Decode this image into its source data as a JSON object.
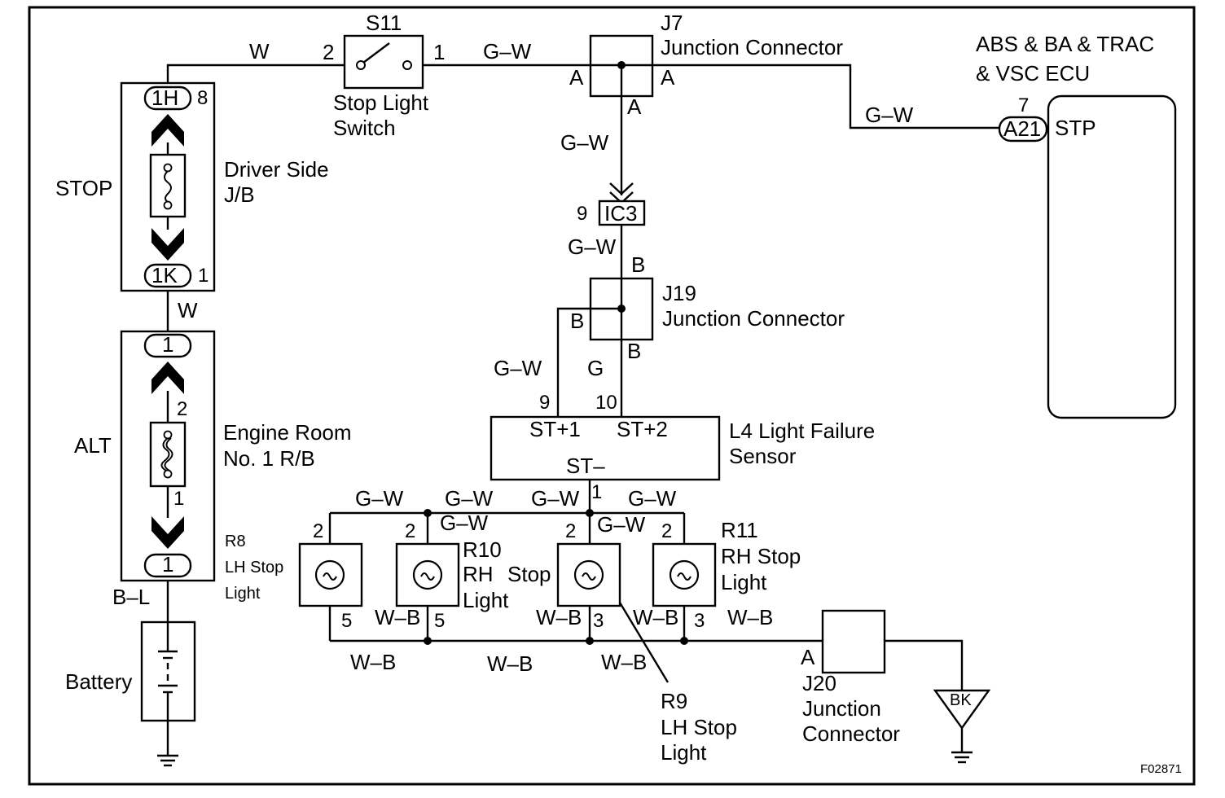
{
  "border_code": "F02871",
  "ecu": {
    "title_line1": "ABS & BA & TRAC",
    "title_line2": "& VSC ECU",
    "pin": "7",
    "connector": "A21",
    "terminal": "STP",
    "wire": "G–W"
  },
  "stop_switch": {
    "id": "S11",
    "label_line1": "Stop Light",
    "label_line2": "Switch",
    "pin_left": "2",
    "pin_right": "1",
    "wire_left": "W",
    "wire_right": "G–W"
  },
  "j7": {
    "id": "J7",
    "label": "Junction Connector",
    "pin_left": "A",
    "pin_right": "A",
    "pin_bottom": "A",
    "wire_down": "G–W"
  },
  "ic3": {
    "connector": "IC3",
    "pin": "9",
    "wire": "G–W"
  },
  "j19": {
    "id": "J19",
    "label": "Junction Connector",
    "pin_top": "B",
    "pin_left": "B",
    "pin_bottom": "B",
    "wire_left": "G–W",
    "wire_bottom": "G"
  },
  "sensor": {
    "id": "L4",
    "label_line1": "L4 Light Failure",
    "label_line2": "Sensor",
    "pin_st1": "ST+1",
    "pin_st2": "ST+2",
    "pin_stm": "ST–",
    "pin9": "9",
    "pin10": "10",
    "pin1": "1"
  },
  "driver_jb": {
    "fuse": "STOP",
    "label_line1": "Driver Side",
    "label_line2": "J/B",
    "conn_top": "1H",
    "pin_top": "8",
    "conn_bottom": "1K",
    "pin_bottom": "1",
    "wire_below": "W"
  },
  "engine_rb": {
    "fuse": "ALT",
    "label_line1": "Engine Room",
    "label_line2": "No. 1 R/B",
    "conn_top": "1",
    "pin_mid_top": "2",
    "pin_mid_bottom": "1",
    "conn_bottom": "1",
    "wire_below": "B–L"
  },
  "battery": {
    "label": "Battery"
  },
  "lamps": {
    "r8": {
      "id": "R8",
      "line1": "LH Stop",
      "line2": "Light",
      "pin_top": "2",
      "pin_bottom": "5"
    },
    "r10": {
      "id": "R10",
      "line1": "RH",
      "line2": "Light",
      "pin_top": "2",
      "pin_bottom": "5",
      "stop_word": "Stop"
    },
    "r9": {
      "id": "R9",
      "line1": "LH Stop",
      "line2": "Light",
      "pin_top": "2",
      "pin_bottom": "3"
    },
    "r11": {
      "id": "R11",
      "line1": "RH Stop",
      "line2": "Light",
      "pin_top": "2",
      "pin_bottom": "3"
    }
  },
  "wires_top": {
    "gw1": "G–W",
    "gw2": "G–W",
    "gw3": "G–W",
    "gw4": "G–W",
    "gw5": "G–W",
    "gw6": "G–W"
  },
  "wires_bottom": {
    "wb_r10": "W–B",
    "wb_r9": "W–B",
    "wb_r11": "W–B",
    "wb_right": "W–B",
    "wb_1": "W–B",
    "wb_2": "W–B",
    "wb_3": "W–B"
  },
  "j20": {
    "id": "J20",
    "label_line1": "Junction",
    "label_line2": "Connector",
    "pin": "A"
  },
  "ground": {
    "label": "BK"
  }
}
